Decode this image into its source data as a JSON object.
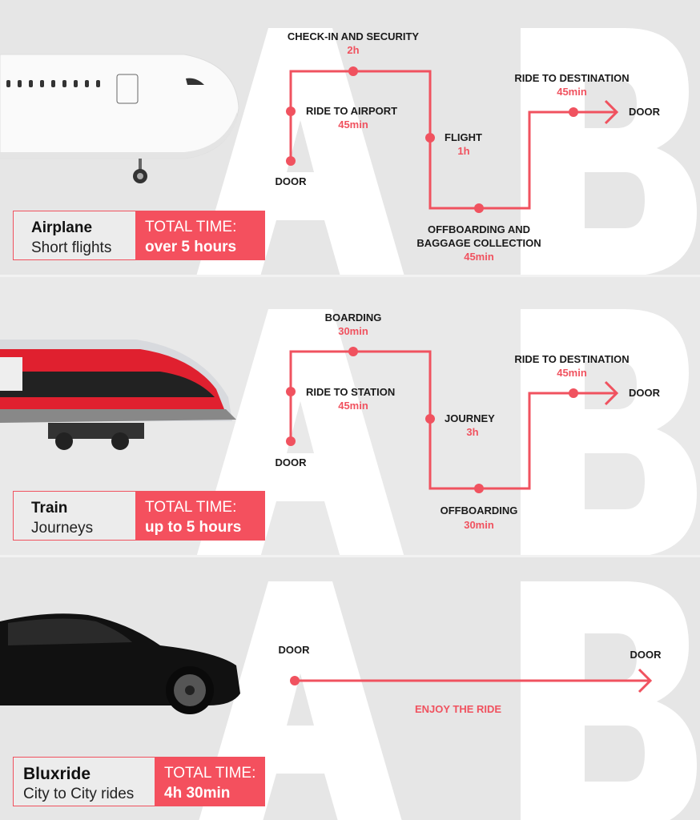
{
  "colors": {
    "accent": "#f0525f",
    "background": "#e8e8e8"
  },
  "letters": {
    "a": "A",
    "b": "B"
  },
  "airplane": {
    "name": "Airplane",
    "subtitle": "Short flights",
    "total_label": "TOTAL TIME:",
    "total_value": "over 5 hours",
    "steps": {
      "start": "DOOR",
      "s1": "RIDE TO AIRPORT",
      "s1t": "45min",
      "s2": "CHECK-IN AND SECURITY",
      "s2t": "2h",
      "s3": "FLIGHT",
      "s3t": "1h",
      "s4a": "OFFBOARDING AND",
      "s4b": "BAGGAGE COLLECTION",
      "s4t": "45min",
      "s5": "RIDE TO DESTINATION",
      "s5t": "45min",
      "end": "DOOR"
    }
  },
  "train": {
    "name": "Train",
    "subtitle": "Journeys",
    "total_label": "TOTAL TIME:",
    "total_value": "up to 5 hours",
    "steps": {
      "start": "DOOR",
      "s1": "RIDE TO STATION",
      "s1t": "45min",
      "s2": "BOARDING",
      "s2t": "30min",
      "s3": "JOURNEY",
      "s3t": "3h",
      "s4": "OFFBOARDING",
      "s4t": "30min",
      "s5": "RIDE TO DESTINATION",
      "s5t": "45min",
      "end": "DOOR"
    }
  },
  "bluxride": {
    "name": "Bluxride",
    "subtitle": "City to City rides",
    "total_label": "TOTAL TIME:",
    "total_value": "4h 30min",
    "steps": {
      "start": "DOOR",
      "middle": "ENJOY THE RIDE",
      "end": "DOOR"
    }
  }
}
